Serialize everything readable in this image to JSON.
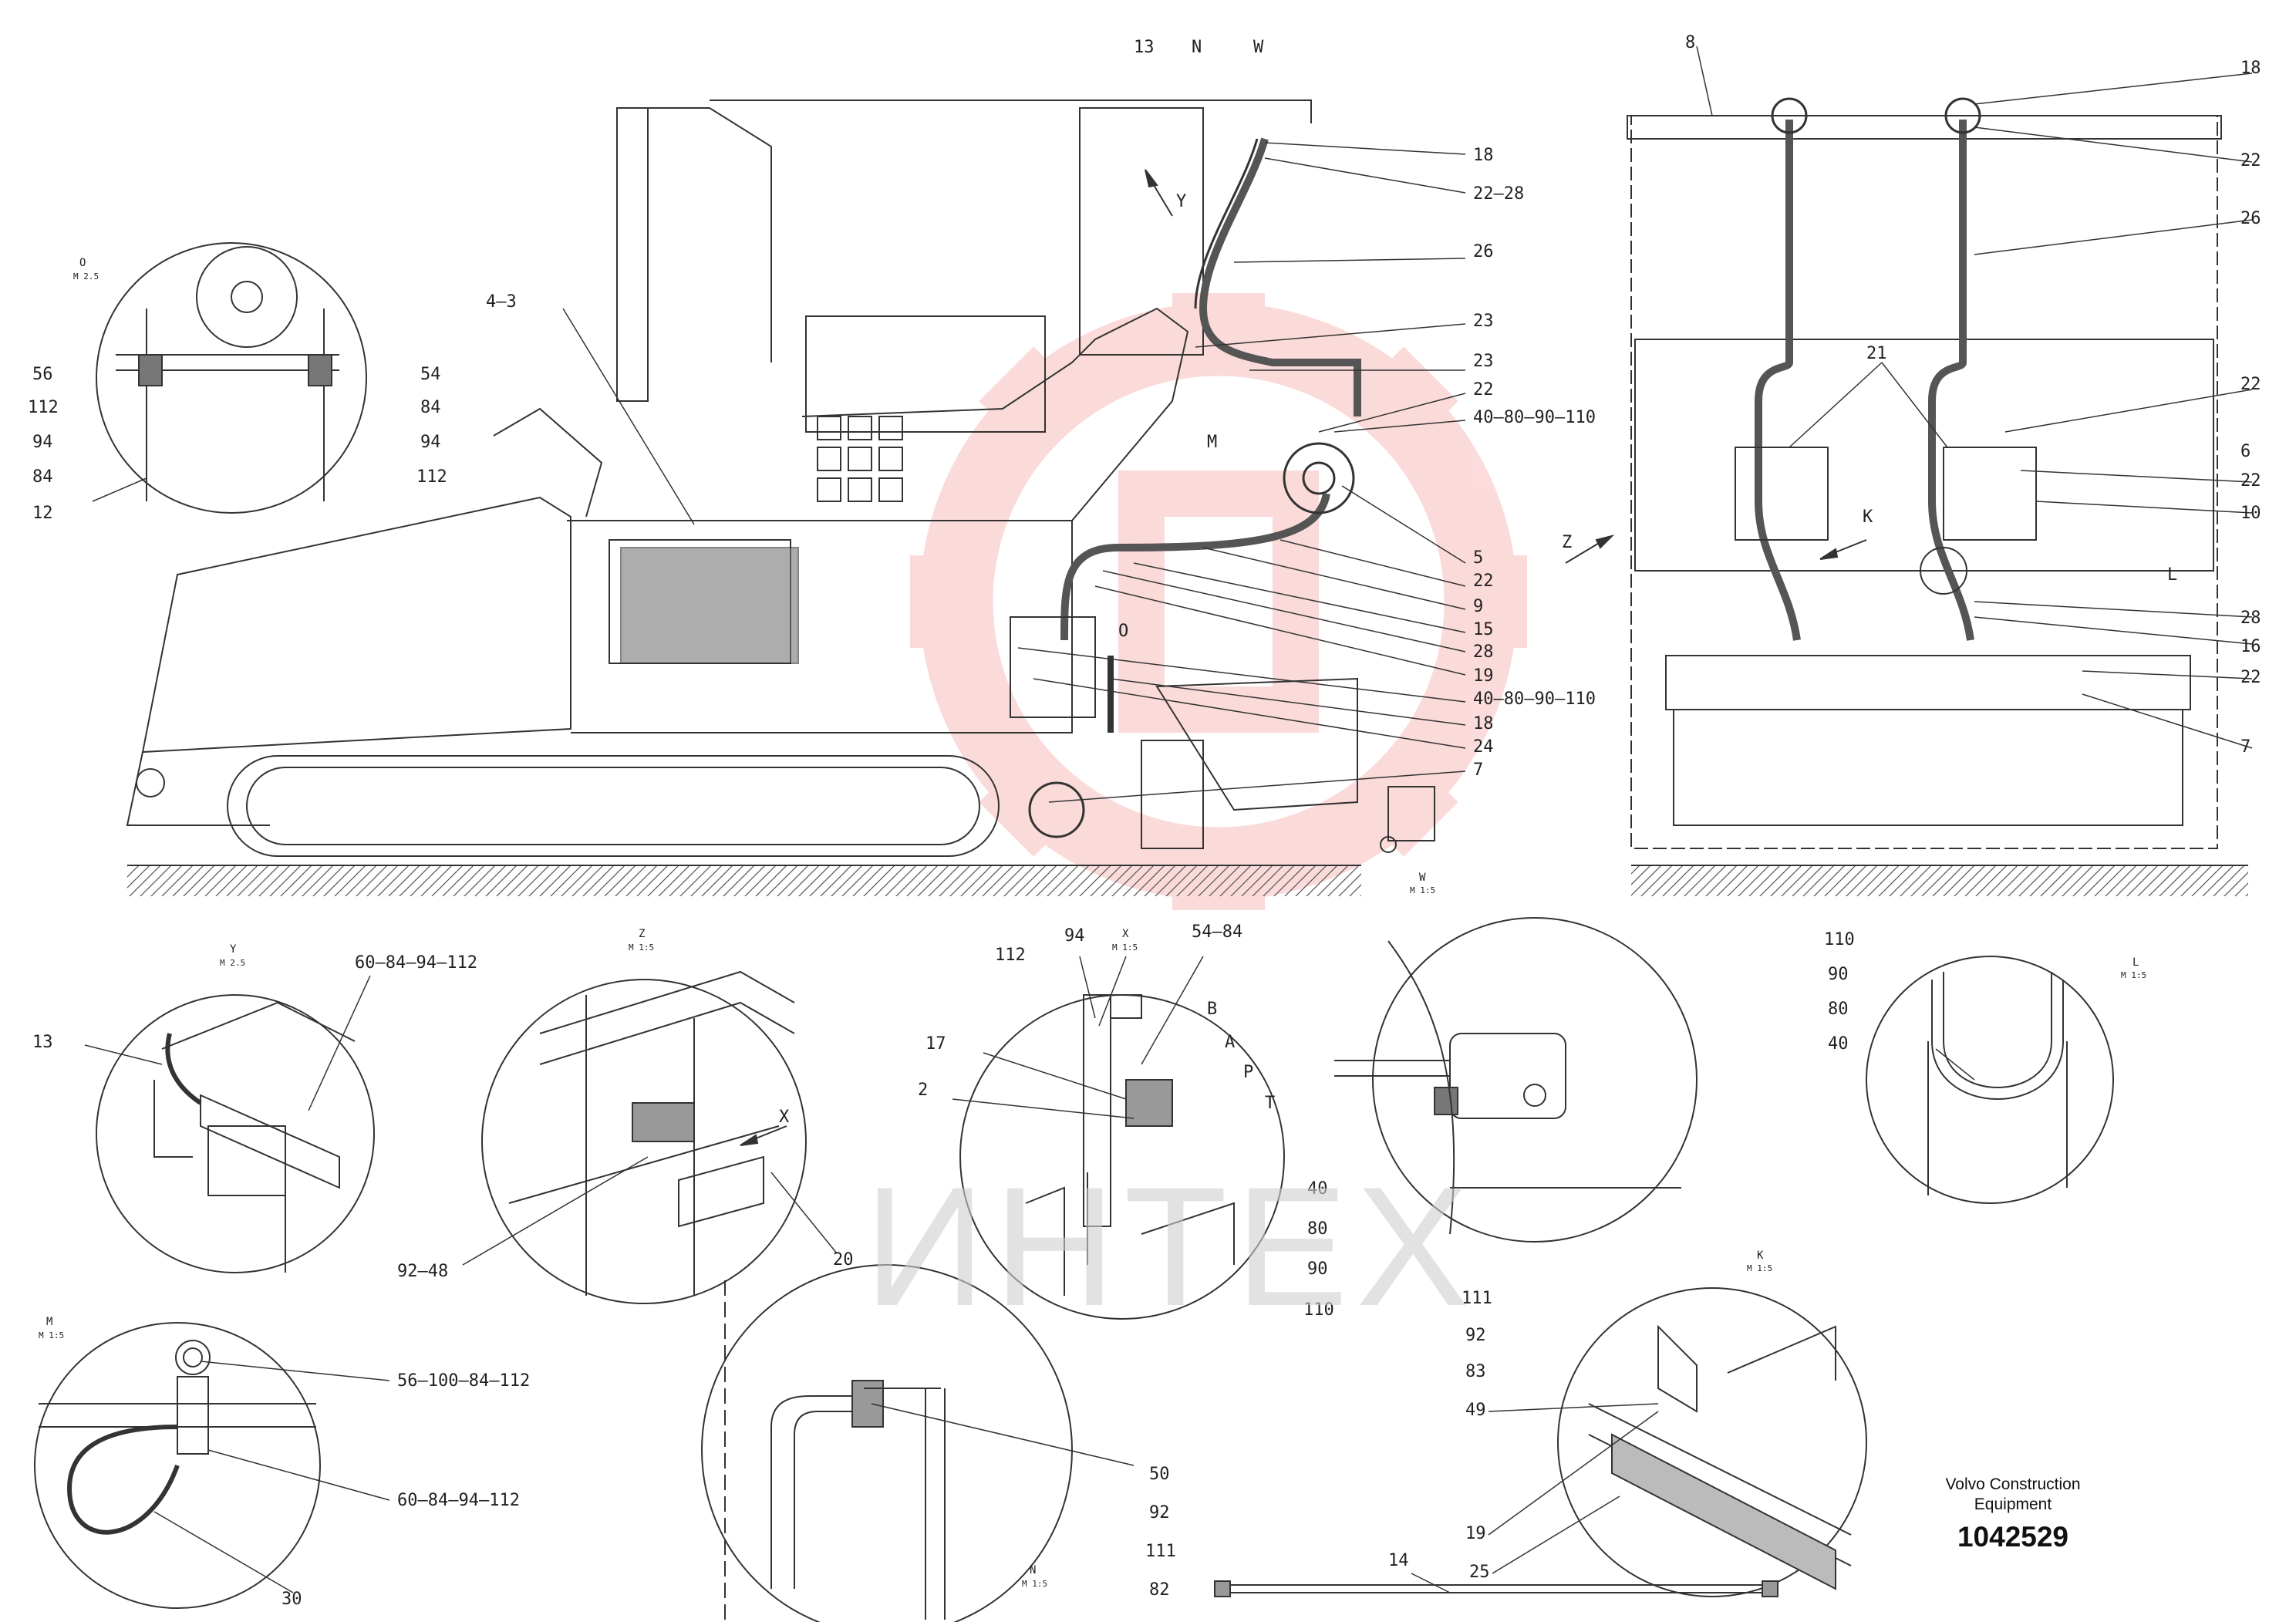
{
  "watermark": {
    "text": "ИНТЕХ",
    "color": "#f2a0a0"
  },
  "brand": {
    "company_line1": "Volvo Construction",
    "company_line2": "Equipment",
    "drawing_number": "1042529"
  },
  "views": {
    "Y": "Y",
    "Y_scale": "M 2.5",
    "Z": "Z",
    "Z_scale": "M 1:5",
    "X": "X",
    "X_scale": "M 1:5",
    "M": "M",
    "M_scale": "M 1:5",
    "O": "O",
    "O_scale": "M 2.5",
    "L": "L",
    "L_scale": "M 1:5",
    "K": "K",
    "K_scale": "M 1:5",
    "N": "N",
    "N_scale": "M 1:5",
    "W": "W",
    "W_scale": "M 1:5"
  },
  "callouts": {
    "main_side": [
      "13",
      "N",
      "W",
      "18",
      "22—28",
      "26",
      "4—3",
      "23",
      "23",
      "22",
      "40—80—90—110",
      "5",
      "22",
      "9",
      "15",
      "28",
      "19",
      "40—80—90—110",
      "18",
      "24",
      "7",
      "M",
      "O",
      "Y",
      "Z"
    ],
    "rear": [
      "8",
      "18",
      "22",
      "26",
      "21",
      "22",
      "6",
      "22",
      "10",
      "K",
      "L",
      "28",
      "16",
      "22",
      "7"
    ],
    "detail_O": [
      "56",
      "112",
      "94",
      "84",
      "54",
      "84",
      "94",
      "112",
      "12"
    ],
    "detail_Y": [
      "13",
      "60—84—94—112"
    ],
    "detail_Z": [
      "X",
      "20",
      "92—48"
    ],
    "detail_X": [
      "112",
      "94",
      "54—84",
      "B",
      "A",
      "P",
      "T",
      "17",
      "2"
    ],
    "detail_center": [
      "40",
      "80",
      "90",
      "110"
    ],
    "detail_L": [
      "110",
      "90",
      "80",
      "40"
    ],
    "detail_M": [
      "56—100—84—112",
      "60—84—94—112",
      "30"
    ],
    "detail_N": [
      "50",
      "92",
      "111",
      "82"
    ],
    "detail_K": [
      "111",
      "92",
      "83",
      "49",
      "19",
      "25"
    ],
    "part_14": "14"
  }
}
